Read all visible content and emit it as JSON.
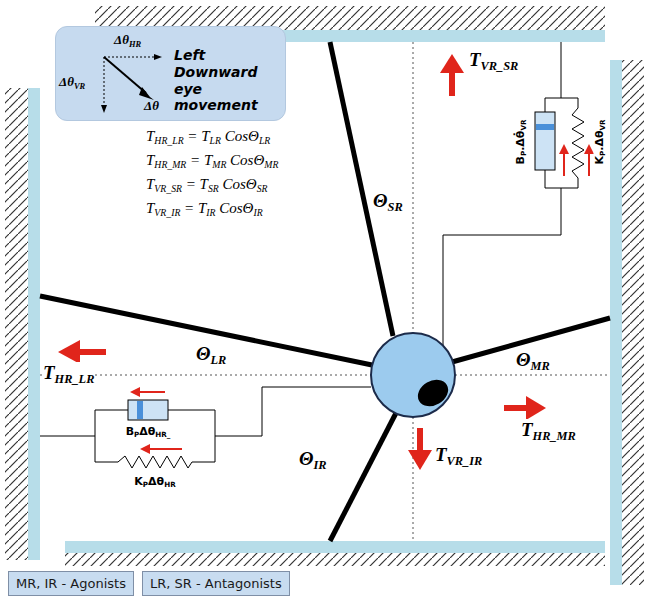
{
  "diagram": {
    "nodes": [
      {
        "text": [
          "ΔθHR",
          "ΔθVR",
          "Δθ",
          "Left Downward eye movement"
        ]
      },
      {
        "text": [
          "MR, IR - Agonists"
        ]
      },
      {
        "text": [
          "LR, SR - Antagonists"
        ]
      }
    ],
    "labels": [
      "THR_LR = TLR CosΘLR",
      "THR_MR = TMR CosΘMR",
      "TVR_SR = TSR CosΘSR",
      "TVR_IR = TIR CosΘIR",
      "TVR_SR",
      "THR_LR",
      "THR_MR",
      "TVR_IR",
      "ΘSR",
      "ΘLR",
      "ΘMR",
      "ΘIR",
      "BP.Δθ̇VR",
      "KP.ΔθVR",
      "BPΔθHR_",
      "KPΔθHR"
    ]
  }
}
